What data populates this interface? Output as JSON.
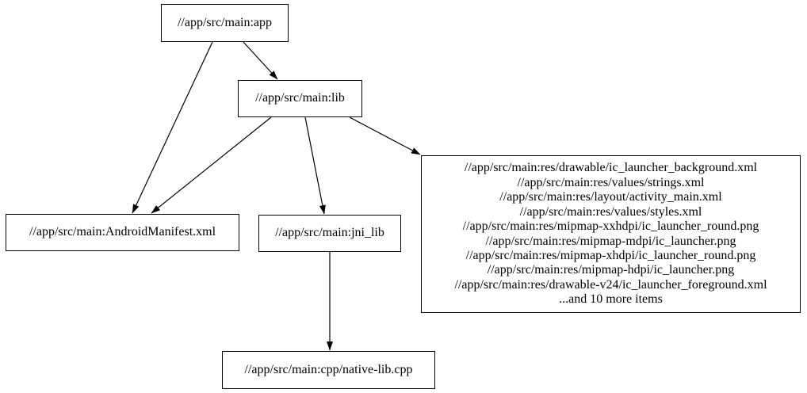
{
  "diagram": {
    "type": "directed-dependency-graph",
    "background_color": "#ffffff",
    "node_border_color": "#000000",
    "edge_color": "#000000",
    "text_color": "#000000",
    "nodes": [
      {
        "id": "app",
        "label": "//app/src/main:app"
      },
      {
        "id": "lib",
        "label": "//app/src/main:lib"
      },
      {
        "id": "manifest",
        "label": "//app/src/main:AndroidManifest.xml"
      },
      {
        "id": "jni_lib",
        "label": "//app/src/main:jni_lib"
      },
      {
        "id": "res_group",
        "lines": [
          "//app/src/main:res/drawable/ic_launcher_background.xml",
          "//app/src/main:res/values/strings.xml",
          "//app/src/main:res/layout/activity_main.xml",
          "//app/src/main:res/values/styles.xml",
          "//app/src/main:res/mipmap-xxhdpi/ic_launcher_round.png",
          "//app/src/main:res/mipmap-mdpi/ic_launcher.png",
          "//app/src/main:res/mipmap-xhdpi/ic_launcher_round.png",
          "//app/src/main:res/mipmap-hdpi/ic_launcher.png",
          "//app/src/main:res/drawable-v24/ic_launcher_foreground.xml",
          "...and 10 more items"
        ]
      },
      {
        "id": "native_cpp",
        "label": "//app/src/main:cpp/native-lib.cpp"
      }
    ],
    "edges": [
      {
        "from": "app",
        "to": "lib"
      },
      {
        "from": "app",
        "to": "manifest"
      },
      {
        "from": "lib",
        "to": "manifest"
      },
      {
        "from": "lib",
        "to": "jni_lib"
      },
      {
        "from": "lib",
        "to": "res_group"
      },
      {
        "from": "jni_lib",
        "to": "native_cpp"
      }
    ]
  }
}
